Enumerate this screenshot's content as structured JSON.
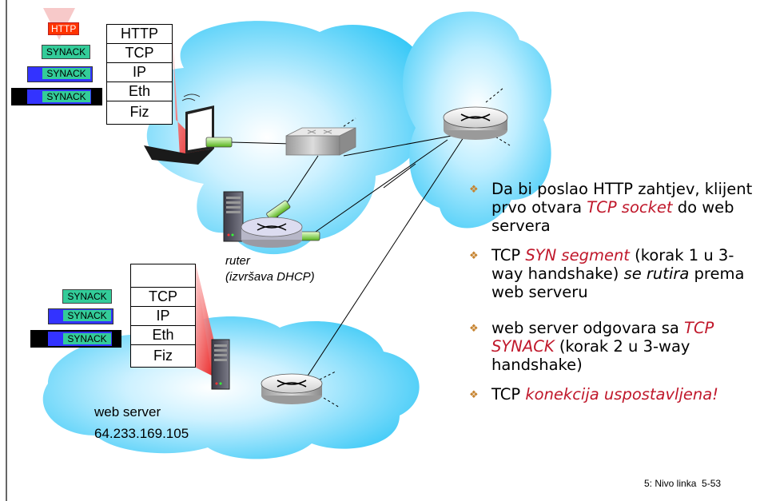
{
  "client_stack": [
    "HTTP",
    "TCP",
    "IP",
    "Eth",
    "Fiz"
  ],
  "server_stack": [
    "",
    "TCP",
    "IP",
    "Eth",
    "Fiz"
  ],
  "packets": {
    "http": "HTTP",
    "synack": "SYNACK"
  },
  "router_label": {
    "line1": "ruter",
    "line2": "(izvršava DHCP)"
  },
  "server_label": {
    "name": "web server",
    "ip": "64.233.169.105"
  },
  "bullets": [
    {
      "parts": [
        {
          "t": "Da bi poslao HTTP zahtjev, klijent prvo otvara ",
          "s": "plain"
        },
        {
          "t": "TCP socket",
          "s": "red"
        },
        {
          "t": " do web servera",
          "s": "plain"
        }
      ]
    },
    {
      "parts": [
        {
          "t": "TCP ",
          "s": "plain"
        },
        {
          "t": "SYN segment",
          "s": "red"
        },
        {
          "t": " (korak 1 u 3-way handshake) ",
          "s": "plain"
        },
        {
          "t": "se rutira",
          "s": "it"
        },
        {
          "t": " prema web serveru",
          "s": "plain"
        }
      ]
    },
    {
      "parts": [
        {
          "t": "web server odgovara sa ",
          "s": "plain"
        },
        {
          "t": "TCP SYNACK",
          "s": "red"
        },
        {
          "t": " (korak 2 u 3-way handshake)",
          "s": "plain"
        }
      ]
    },
    {
      "parts": [
        {
          "t": "TCP ",
          "s": "plain"
        },
        {
          "t": "konekcija uspostavljena!",
          "s": "red"
        }
      ]
    }
  ],
  "footer": "5: Nivo linka  5-53",
  "colors": {
    "cloud": "#33ccff",
    "packet_green": "#33cc99",
    "packet_blue": "#3333ff",
    "packet_red": "#ff3300",
    "accent_red": "#c0182b",
    "bullet_mark": "#c6832f"
  }
}
